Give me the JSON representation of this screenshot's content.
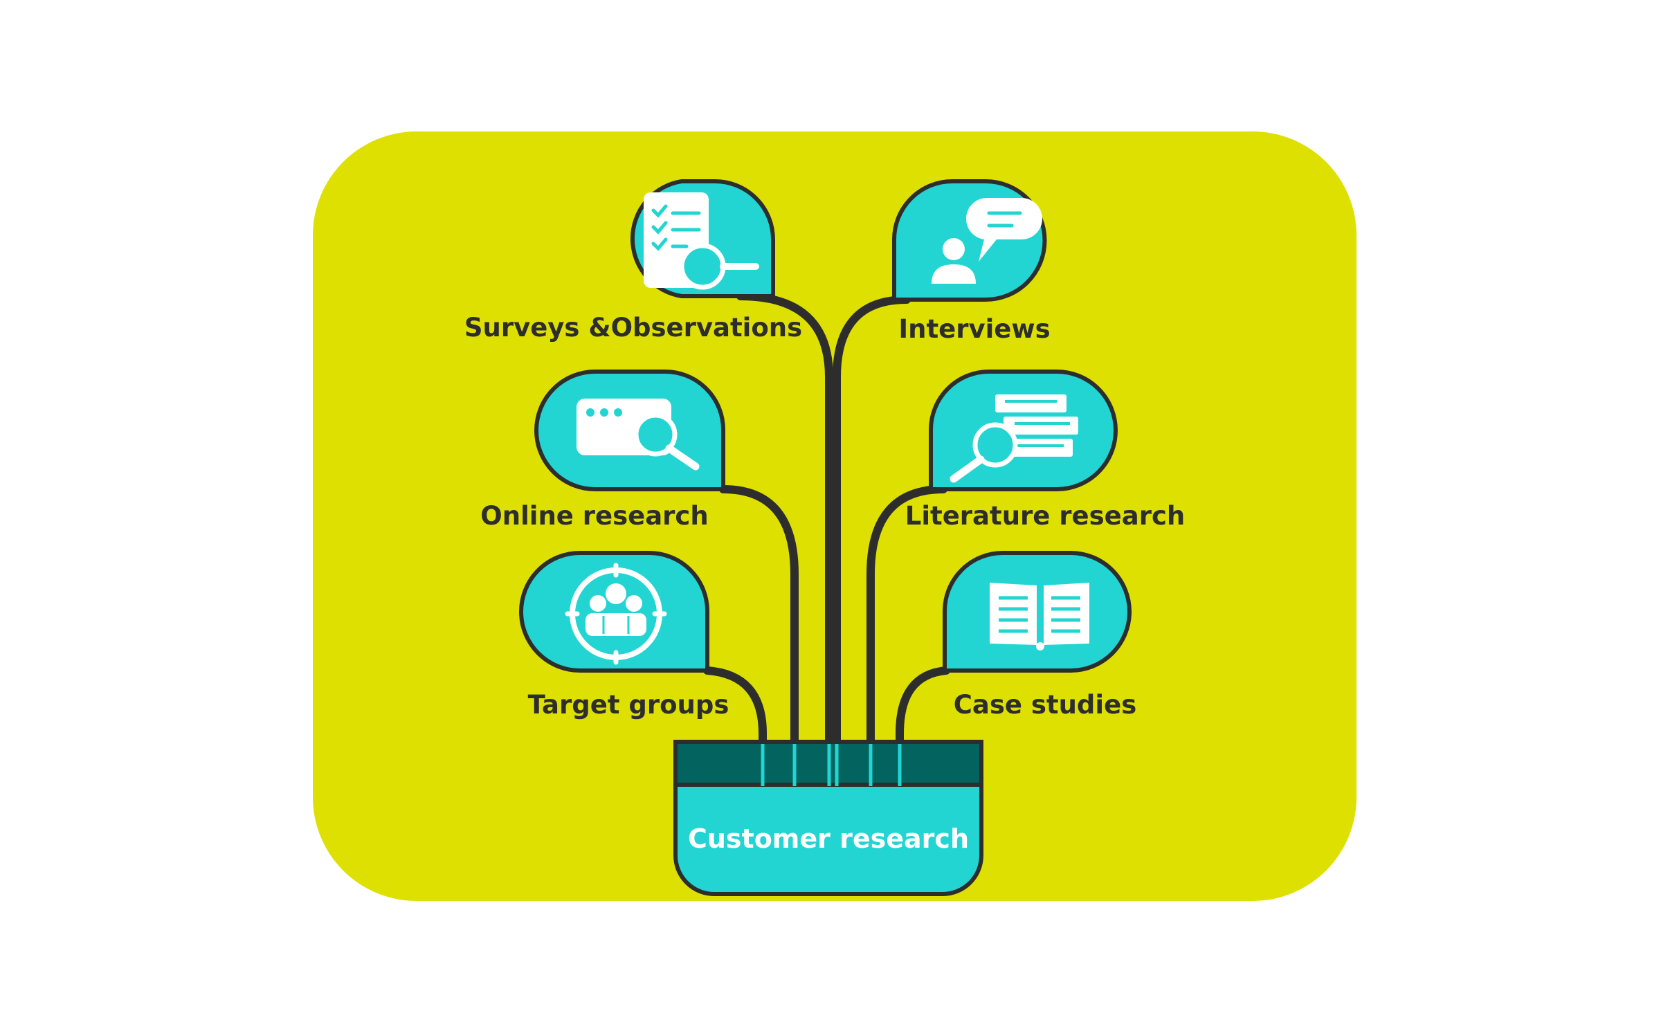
{
  "colors": {
    "background": "#ffffff",
    "panel": "#dde000",
    "bubble": "#22d5d3",
    "outline": "#2d2d2d",
    "pot_rim": "#02635f",
    "icon": "#ffffff",
    "label": "#2d2d2d"
  },
  "root": {
    "label": "Customer research"
  },
  "branches": [
    {
      "id": "surveys",
      "label": "Surveys &Observations",
      "icon": "checklist-magnifier-icon"
    },
    {
      "id": "interviews",
      "label": "Interviews",
      "icon": "person-speech-bubble-icon"
    },
    {
      "id": "online",
      "label": "Online research",
      "icon": "browser-magnifier-icon"
    },
    {
      "id": "literature",
      "label": "Literature research",
      "icon": "books-magnifier-icon"
    },
    {
      "id": "target",
      "label": "Target groups",
      "icon": "group-target-icon"
    },
    {
      "id": "cases",
      "label": "Case studies",
      "icon": "open-book-icon"
    }
  ]
}
